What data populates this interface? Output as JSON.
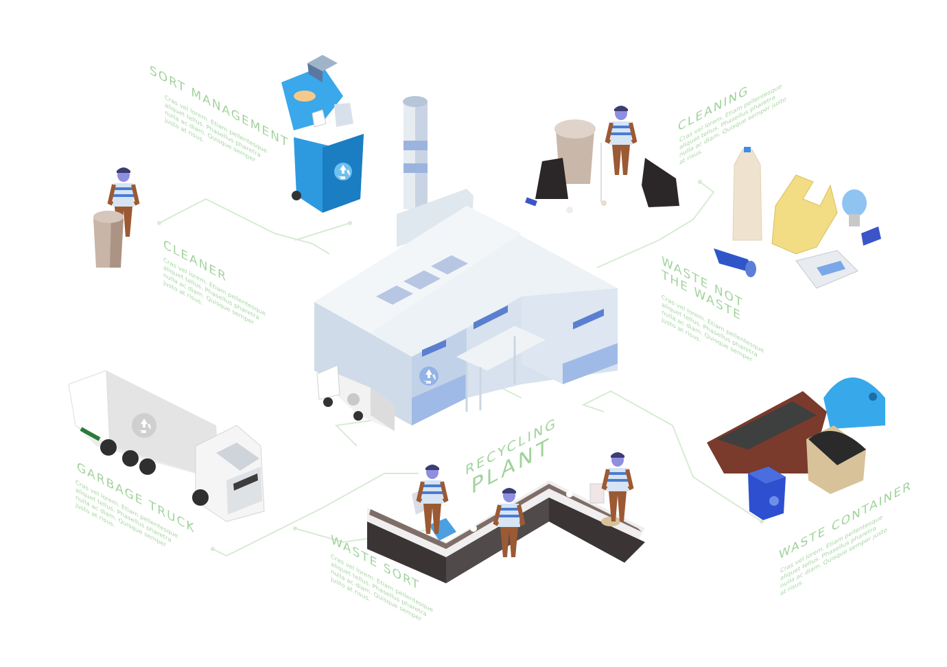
{
  "center": {
    "line1": "RECYCLING",
    "line2": "PLANT"
  },
  "sections": [
    {
      "id": "sort-management",
      "title": "SORT MANAGEMENT",
      "body": "Cras vel lorem. Etiam pellentesque\naliquet tellus. Phasellus pharetra\nnulla ac diam. Quisque semper\njusto at risus."
    },
    {
      "id": "cleaning",
      "title": "CLEANING",
      "body": "Cras vel lorem. Etiam pellentesque\naliquet tellus. Phasellus pharetra\nnulla ac diam. Quisque semper justo\nat risus."
    },
    {
      "id": "cleaner",
      "title": "CLEANER",
      "body": "Cras vel lorem. Etiam pellentesque\naliquet tellus. Phasellus pharetra\nnulla ac diam. Quisque semper\njusto at risus."
    },
    {
      "id": "waste-not",
      "title": "WASTE NOT\nTHE WASTE",
      "body": "Cras vel lorem. Etiam pellentesque\naliquet tellus. Phasellus pharetra\nnulla ac diam. Quisque semper\njusto at risus."
    },
    {
      "id": "garbage-truck",
      "title": "GARBAGE TRUCK",
      "body": "Cras vel lorem. Etiam pellentesque\naliquet tellus. Phasellus pharetra\nnulla ac diam. Quisque semper\njusto at risus."
    },
    {
      "id": "waste-sort",
      "title": "WASTE SORT",
      "body": "Cras vel lorem. Etiam pellentesque\naliquet tellus. Phasellus pharetra\nnulla ac diam. Quisque semper\njusto at risus."
    },
    {
      "id": "waste-container",
      "title": "WASTE CONTAINER",
      "body": "Cras vel lorem. Etiam pellentesque\naliquet tellus. Phasellus pharetra\nnulla ac diam. Quisque semper justo\nat risus."
    }
  ],
  "colors": {
    "label": "#9fd39a",
    "connector": "#cfe8cc",
    "building": "#e8eef2",
    "accent": "#2f8fd6"
  },
  "icons": [
    "recycle-icon",
    "trash-bin-icon",
    "garbage-truck-icon",
    "worker-icon",
    "bottle-icon",
    "lightbulb-icon",
    "battery-icon",
    "container-icon"
  ]
}
